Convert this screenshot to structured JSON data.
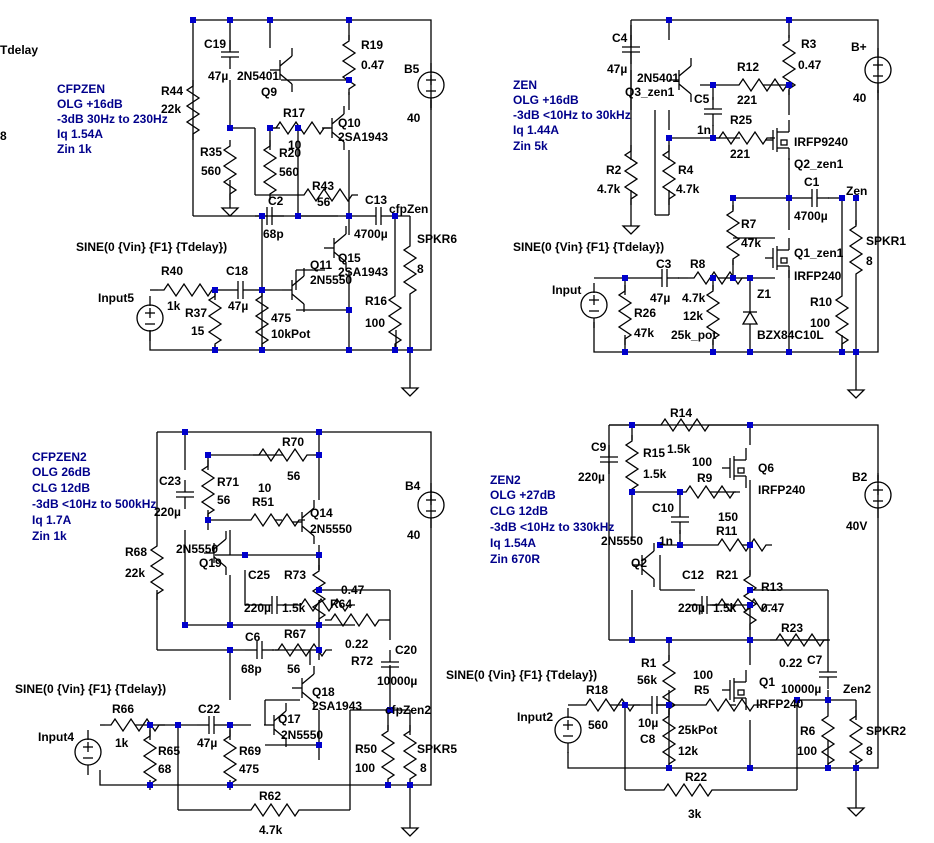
{
  "stray_text": {
    "tdelay": "Tdelay",
    "eight": "8"
  },
  "circuits": {
    "cfpzen": {
      "notes": [
        "CFPZEN",
        "OLG +16dB",
        "-3dB 30Hz to 230Hz",
        "Iq 1.54A",
        "Zin 1k"
      ],
      "labels": {
        "C19": "C19",
        "v47u": "47µ",
        "Q9p": "2N5401",
        "Q9": "Q9",
        "R19": "R19",
        "v047": "0.47",
        "B5": "B5",
        "v40": "40",
        "R44": "R44",
        "v22k": "22k",
        "R17": "R17",
        "v10": "10",
        "Q10": "Q10",
        "Q10p": "2SA1943",
        "R35": "R35",
        "v560a": "560",
        "R20": "R20",
        "v560b": "560",
        "R43": "R43",
        "v56": "56",
        "C13": "C13",
        "net": "cfpZen",
        "C2": "C2",
        "v68p": "68p",
        "v4700u": "4700µ",
        "Q15": "Q15",
        "Q15p": "2SA1943",
        "SPKR": "SPKR6",
        "v8": "8",
        "sine": "SINE(0 {Vin} {F1} {Tdelay})",
        "R40": "R40",
        "C18": "C18",
        "Q11": "Q11",
        "Q11p": "2N5550",
        "input": "Input5",
        "v1k": "1k",
        "R37": "R37",
        "v47uC18": "47µ",
        "v475": "475",
        "R16": "R16",
        "v15": "15",
        "v10kPot": "10kPot",
        "v100": "100"
      }
    },
    "zen": {
      "notes": [
        "ZEN",
        "OLG +16dB",
        "-3dB <10Hz to 30kHz",
        "Iq 1.44A",
        "Zin 5k"
      ],
      "labels": {
        "C4": "C4",
        "v47u": "47µ",
        "Q3p": "2N5401",
        "Q3": "Q3_zen1",
        "R12": "R12",
        "R3": "R3",
        "v047": "0.47",
        "Bp": "B+",
        "v40": "40",
        "C5": "C5",
        "v221a": "221",
        "R25": "R25",
        "v1n": "1n",
        "IRFP9240": "IRFP9240",
        "v221b": "221",
        "Q2": "Q2_zen1",
        "R2": "R2",
        "R4": "R4",
        "v47ka": "4.7k",
        "v47kb": "4.7k",
        "C1": "C1",
        "zen": "Zen",
        "v4700u": "4700µ",
        "R7": "R7",
        "v47k": "47k",
        "SPKR": "SPKR1",
        "sine": "SINE(0 {Vin} {F1} {Tdelay})",
        "Q1": "Q1_zen1",
        "v8": "8",
        "input": "Input",
        "C3": "C3",
        "R8": "R8",
        "IRFP240": "IRFP240",
        "v47uC3": "47µ",
        "v47kR8": "4.7k",
        "Z1": "Z1",
        "R10": "R10",
        "R26": "R26",
        "v12k": "12k",
        "v100": "100",
        "v47kR26": "47k",
        "v25kpot": "25k_pot",
        "zener": "BZX84C10L"
      }
    },
    "cfpzen2": {
      "notes": [
        "CFPZEN2",
        "OLG 26dB",
        "CLG 12dB",
        "-3dB <10Hz to 500kHz",
        "Iq 1.7A",
        "Zin 1k"
      ],
      "labels": {
        "R70": "R70",
        "v56a": "56",
        "C23": "C23",
        "R71": "R71",
        "v10": "10",
        "B4": "B4",
        "v220u": "220µ",
        "v56b": "56",
        "R51": "R51",
        "Q14": "Q14",
        "Q14p": "2N5550",
        "v40": "40",
        "R68": "R68",
        "Q19p": "2N5550",
        "Q19": "Q19",
        "v22k": "22k",
        "C25": "C25",
        "R73": "R73",
        "v047": "0.47",
        "v220uC25": "220µ",
        "v15k": "1.5k",
        "R64": "R64",
        "C6": "C6",
        "R67": "R67",
        "v022": "0.22",
        "C20": "C20",
        "v68p": "68p",
        "v56c": "56",
        "R72": "R72",
        "sine": "SINE(0 {Vin} {F1} {Tdelay})",
        "v10000u": "10000µ",
        "Q18": "Q18",
        "Q18p": "2SA1943",
        "R66": "R66",
        "C22": "C22",
        "Q17": "Q17",
        "net": "cfpZen2",
        "Q17p": "2N5550",
        "input": "Input4",
        "v1k": "1k",
        "v47u": "47µ",
        "R65": "R65",
        "R69": "R69",
        "R50": "R50",
        "SPKR": "SPKR5",
        "v68": "68",
        "v475": "475",
        "v100": "100",
        "v8": "8",
        "R62": "R62",
        "v47k": "4.7k"
      }
    },
    "zen2": {
      "notes": [
        "ZEN2",
        "OLG +27dB",
        "CLG 12dB",
        "-3dB <10Hz to 330kHz",
        "Iq 1.54A",
        "Zin 670R"
      ],
      "labels": {
        "R14": "R14",
        "v15ka": "1.5k",
        "C9": "C9",
        "R15": "R15",
        "v15kb": "1.5k",
        "v100a": "100",
        "Q6": "Q6",
        "v220u": "220µ",
        "R9": "R9",
        "IRFP240a": "IRFP240",
        "B2": "B2",
        "C10": "C10",
        "v150": "150",
        "R11": "R11",
        "v40V": "40V",
        "Q2p": "2N5550",
        "v1n": "1n",
        "Q2": "Q2",
        "C12": "C12",
        "R21": "R21",
        "R13": "R13",
        "v220uC12": "220µ",
        "v15kc": "1.5k",
        "v047": "0.47",
        "R23": "R23",
        "v022": "0.22",
        "C7": "C7",
        "R1": "R1",
        "v56k": "56k",
        "v100b": "100",
        "R5": "R5",
        "Q1": "Q1",
        "sine": "SINE(0 {Vin} {F1} {Tdelay})",
        "v10000u": "10000µ",
        "zen2": "Zen2",
        "R18": "R18",
        "IRFP240b": "IRFP240",
        "input": "Input2",
        "v560": "560",
        "v10u": "10µ",
        "v25kPot": "25kPot",
        "R6": "R6",
        "SPKR": "SPKR2",
        "C8": "C8",
        "v12k": "12k",
        "v100c": "100",
        "v8": "8",
        "R22": "R22",
        "v3k": "3k"
      }
    }
  }
}
